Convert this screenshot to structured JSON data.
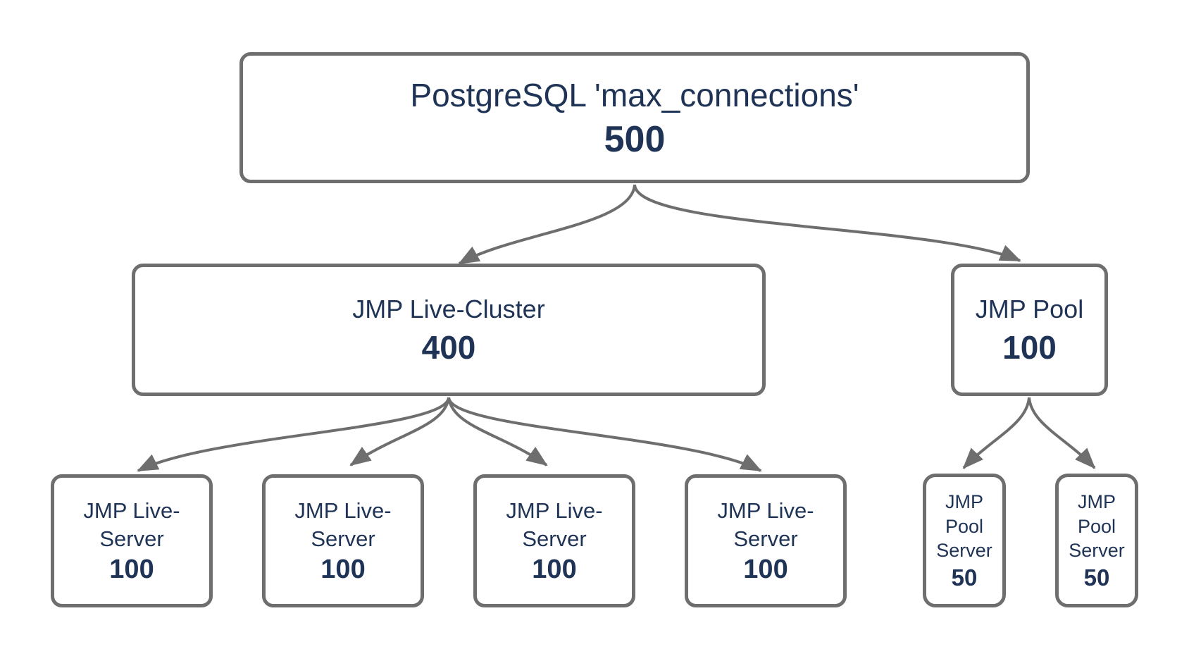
{
  "colors": {
    "border": "#6e6e6e",
    "arrow": "#6e6e6e",
    "text": "#1e3355",
    "background": "#ffffff"
  },
  "nodes": {
    "root": {
      "label": "PostgreSQL 'max_connections'",
      "value": "500"
    },
    "cluster": {
      "label": "JMP Live-Cluster",
      "value": "400"
    },
    "pool": {
      "label": "JMP Pool",
      "value": "100"
    },
    "live_servers": [
      {
        "label_line1": "JMP Live-",
        "label_line2": "Server",
        "value": "100"
      },
      {
        "label_line1": "JMP Live-",
        "label_line2": "Server",
        "value": "100"
      },
      {
        "label_line1": "JMP Live-",
        "label_line2": "Server",
        "value": "100"
      },
      {
        "label_line1": "JMP Live-",
        "label_line2": "Server",
        "value": "100"
      }
    ],
    "pool_servers": [
      {
        "label_line1": "JMP",
        "label_line2": "Pool",
        "label_line3": "Server",
        "value": "50"
      },
      {
        "label_line1": "JMP",
        "label_line2": "Pool",
        "label_line3": "Server",
        "value": "50"
      }
    ]
  },
  "edges": [
    {
      "from": "postgresql-max-connections",
      "to": "jmp-live-cluster"
    },
    {
      "from": "postgresql-max-connections",
      "to": "jmp-pool"
    },
    {
      "from": "jmp-live-cluster",
      "to": "jmp-live-server-1"
    },
    {
      "from": "jmp-live-cluster",
      "to": "jmp-live-server-2"
    },
    {
      "from": "jmp-live-cluster",
      "to": "jmp-live-server-3"
    },
    {
      "from": "jmp-live-cluster",
      "to": "jmp-live-server-4"
    },
    {
      "from": "jmp-pool",
      "to": "jmp-pool-server-1"
    },
    {
      "from": "jmp-pool",
      "to": "jmp-pool-server-2"
    }
  ]
}
